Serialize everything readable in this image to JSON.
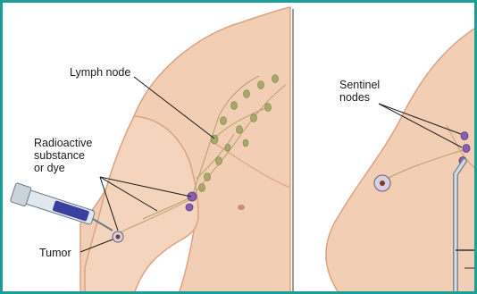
{
  "colors": {
    "frame": "#1b9e95",
    "skin": "#f2ceb5",
    "skin_shade": "#d9a484",
    "node": "#a8a86a",
    "marked_node": "#8a5fb0",
    "divider": "#333333"
  },
  "labels": {
    "lymph_node": "Lymph node",
    "radioactive_line1": "Radioactive",
    "radioactive_line2": "substance",
    "radioactive_line3": "or dye",
    "tumor": "Tumor",
    "sentinel_line1": "Sentinel",
    "sentinel_line2": "nodes"
  }
}
